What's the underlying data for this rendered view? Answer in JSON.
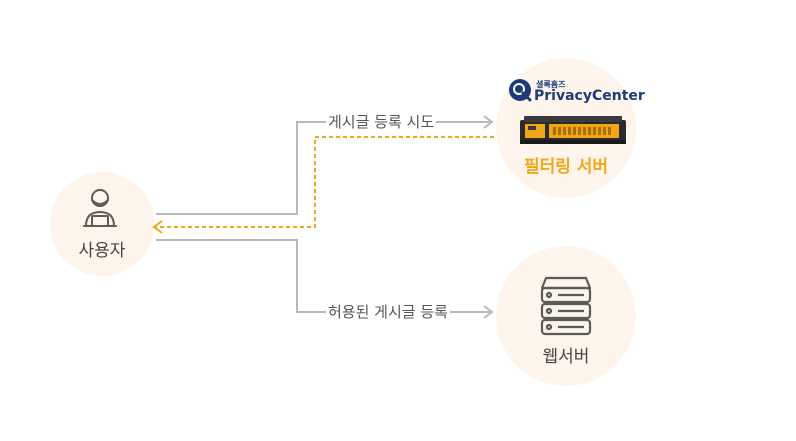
{
  "nodes": {
    "user": {
      "label": "사용자"
    },
    "filter_server": {
      "label": "필터링 서버",
      "brand_small": "셜록홈즈",
      "brand_name": "PrivacyCenter"
    },
    "web_server": {
      "label": "웹서버"
    }
  },
  "flows": {
    "attempt": {
      "label": "게시글 등록 시도"
    },
    "allowed": {
      "label": "허용된 게시글 등록"
    }
  },
  "colors": {
    "accent": "#f2a516",
    "line": "#b8b8b8",
    "circle_bg": "#fdf5ec",
    "text": "#444444"
  }
}
